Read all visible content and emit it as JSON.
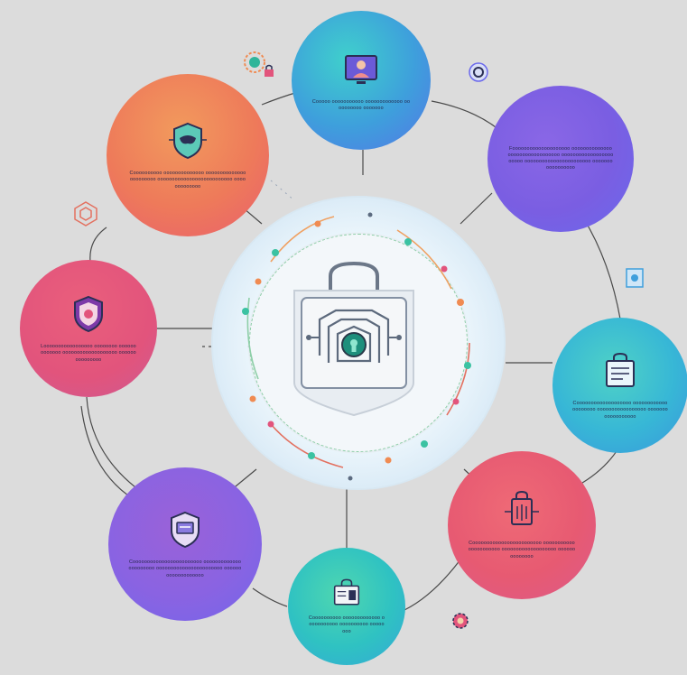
{
  "colors": {
    "background": "#dcdcdc",
    "teal": "#3fc7c5",
    "orange": "#ee7a5a",
    "purple": "#7a5ee2",
    "pink": "#e2547c",
    "connector": "#4a4a4a"
  },
  "hub": {
    "icon": "shield-lock-circuit-icon"
  },
  "nodes": [
    {
      "id": "top",
      "icon": "monitor-user-icon",
      "text": "Cooooo ooooooooooo ooooooooooooo oooooooooo ooooooo"
    },
    {
      "id": "top-left",
      "icon": "shield-mask-icon",
      "text": "Coooooooooo oooooooooooooo ooooooooooooooooooooooo oooooooooooooooooooooooooo ooooooooooooo"
    },
    {
      "id": "top-right",
      "icon": "",
      "text": "Foooooooooooooooooooo oooooooooooooo oooooooooooooooooo ooooooooooooooooooooooo ooooooooooooooooooooooo ooooooooooooooooo"
    },
    {
      "id": "left",
      "icon": "shield-badge-icon",
      "text": "Looooooooooooooooo oooooooo ooooooooooooo ooooooooooooooooooo ooooooooooooooo"
    },
    {
      "id": "right",
      "icon": "document-lock-icon",
      "text": "Cooooooooooooooooooo oooooooooooooooooooo ooooooooooooooooo oooooooooooooooooo"
    },
    {
      "id": "bottom-left",
      "icon": "shield-card-icon",
      "text": "Coooooooooooooooooooooooo oooooooooooooooooooooo ooooooooooooooooooooooo ooooooooooooooooooo"
    },
    {
      "id": "bottom-right",
      "icon": "circuit-lock-icon",
      "text": "Coooooooooooooooooooooooo oooooooooooooooooooooo ooooooooooooooooooo oooooooooooooo"
    },
    {
      "id": "bottom",
      "icon": "badge-lock-icon",
      "text": "Coooooooooo ooooooooooooo ooooooooooo oooooooooo oooooooo"
    }
  ]
}
